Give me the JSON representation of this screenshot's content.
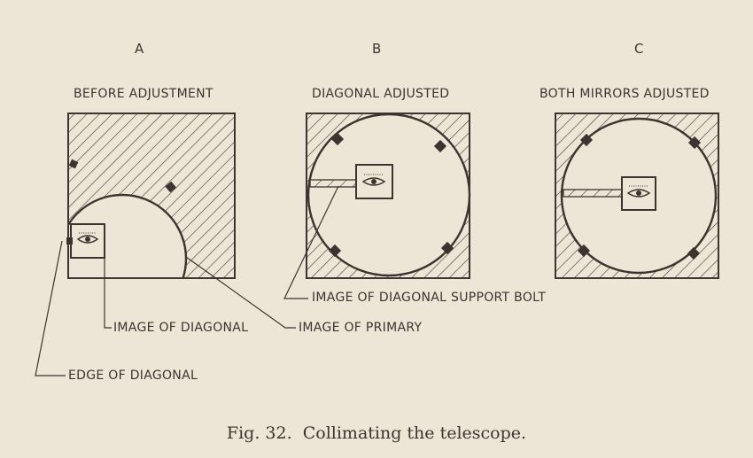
{
  "panels": [
    {
      "letter": "A",
      "title": "BEFORE ADJUSTMENT"
    },
    {
      "letter": "B",
      "title": "DIAGONAL ADJUSTED"
    },
    {
      "letter": "C",
      "title": "BOTH MIRRORS ADJUSTED"
    }
  ],
  "callouts": {
    "support_bolt": "IMAGE OF DIAGONAL SUPPORT BOLT",
    "image_of_diagonal": "IMAGE OF DIAGONAL",
    "image_of_primary": "IMAGE OF PRIMARY",
    "edge_of_diagonal": "EDGE OF DIAGONAL"
  },
  "caption": "Fig. 32.  Collimating the telescope.",
  "colors": {
    "paper": "#ece6d6",
    "ink": "#3a3530"
  }
}
